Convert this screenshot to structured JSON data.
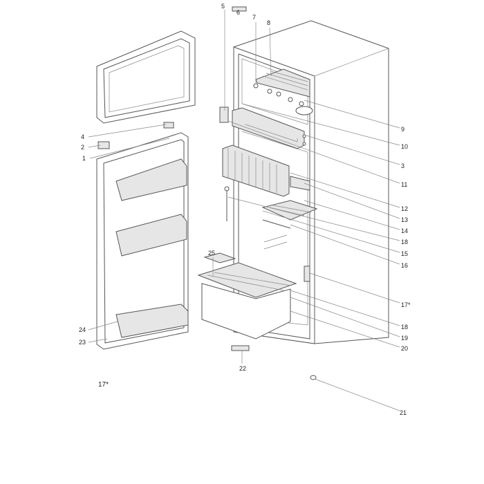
{
  "diagram": {
    "title": "Refrigerator exploded parts diagram",
    "labels": {
      "p5": "5",
      "p6": "6",
      "p7": "7",
      "p8": "8",
      "p9": "9",
      "p10": "10",
      "p3": "3",
      "p11": "11",
      "p12": "12",
      "p13": "13",
      "p14": "14",
      "p18a": "18",
      "p15": "15",
      "p16": "16",
      "p17a": "17*",
      "p18b": "18",
      "p19": "19",
      "p20": "20",
      "p21": "21",
      "p22": "22",
      "p25": "25",
      "p4": "4",
      "p2": "2",
      "p1": "1",
      "p24": "24",
      "p23": "23"
    },
    "footnote": "17*"
  }
}
